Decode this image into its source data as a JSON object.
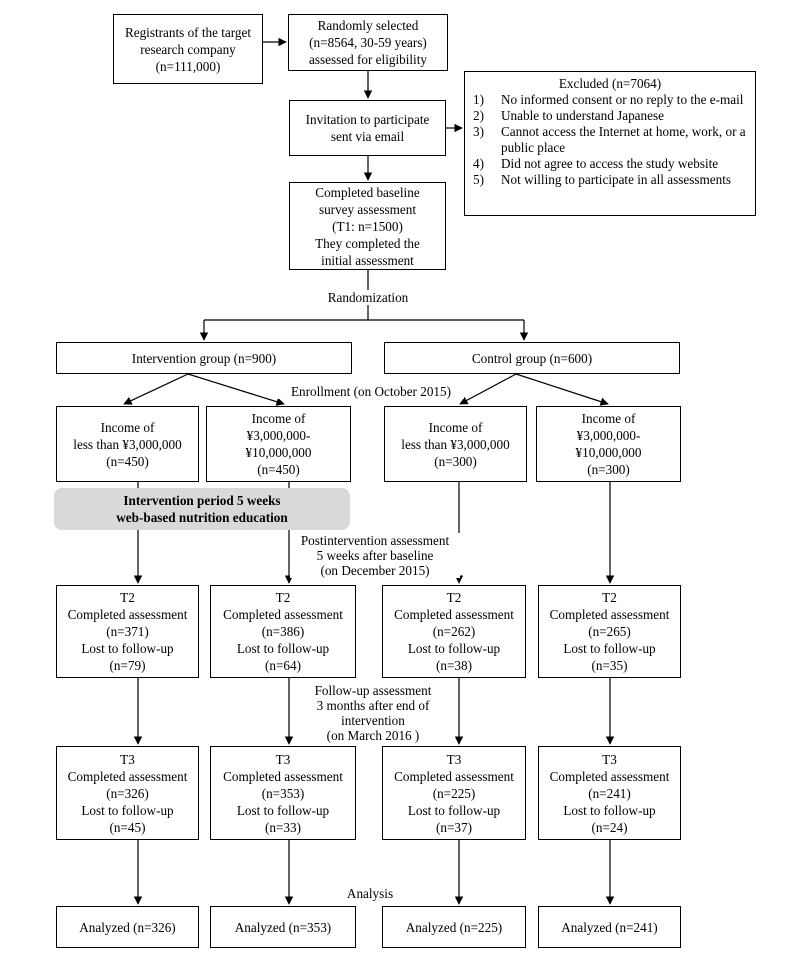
{
  "registrants": "Registrants of the target\nresearch company\n(n=111,000)",
  "random_selected": "Randomly selected\n(n=8564, 30-59 years)\nassessed for eligibility",
  "invitation": "Invitation to participate\nsent via email",
  "excluded": {
    "title": "Excluded (n=7064)",
    "items": [
      {
        "num": "1)",
        "text": "No informed consent or no reply to the e-mail"
      },
      {
        "num": "2)",
        "text": "Unable to understand Japanese"
      },
      {
        "num": "3)",
        "text": "Cannot access the Internet at home, work, or a public place"
      },
      {
        "num": "4)",
        "text": "Did not agree to access the study website"
      },
      {
        "num": "5)",
        "text": "Not willing to participate in all assessments"
      }
    ]
  },
  "baseline": "Completed baseline\nsurvey assessment\n(T1: n=1500)\nThey completed the\ninitial assessment",
  "randomization": "Randomization",
  "intervention_group": "Intervention group (n=900)",
  "control_group": "Control group (n=600)",
  "enrollment": "Enrollment (on October 2015)",
  "income": [
    "Income of\nless than ¥3,000,000\n(n=450)",
    "Income of\n¥3,000,000-\n¥10,000,000\n(n=450)",
    "Income of\nless than ¥3,000,000\n(n=300)",
    "Income of\n¥3,000,000-\n¥10,000,000\n(n=300)"
  ],
  "intervention_period": "Intervention period 5 weeks\nweb-based nutrition education",
  "post_assessment": "Postintervention assessment\n5 weeks after baseline\n(on December 2015)",
  "t2": [
    "T2\nCompleted assessment\n(n=371)\nLost to follow-up\n(n=79)",
    "T2\nCompleted assessment\n(n=386)\nLost to follow-up\n(n=64)",
    "T2\nCompleted assessment\n(n=262)\nLost to follow-up\n(n=38)",
    "T2\nCompleted assessment\n(n=265)\nLost to follow-up\n(n=35)"
  ],
  "followup_assessment": "Follow-up assessment\n3 months after end of\nintervention\n(on March 2016 )",
  "t3": [
    "T3\nCompleted assessment\n(n=326)\nLost to follow-up\n(n=45)",
    "T3\nCompleted assessment\n(n=353)\nLost to follow-up\n(n=33)",
    "T3\nCompleted assessment\n(n=225)\nLost to follow-up\n(n=37)",
    "T3\nCompleted assessment\n(n=241)\nLost to follow-up\n(n=24)"
  ],
  "analysis": "Analysis",
  "analyzed": [
    "Analyzed (n=326)",
    "Analyzed (n=353)",
    "Analyzed (n=225)",
    "Analyzed (n=241)"
  ]
}
